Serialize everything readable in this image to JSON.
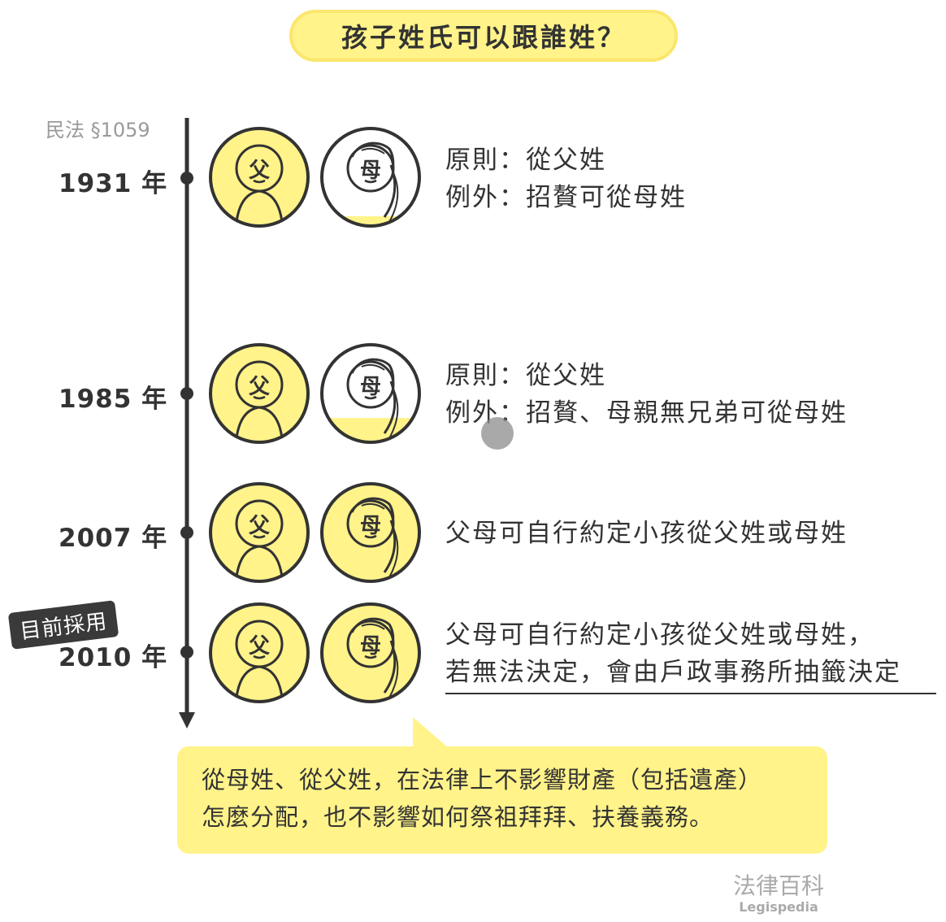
{
  "title": "孩子姓氏可以跟誰姓？",
  "law_reference": "民法 §1059",
  "father_char": "父",
  "mother_char": "母",
  "colors": {
    "yellow": "#fff38a",
    "outline": "#333333",
    "gray": "#9a9a9a"
  },
  "timeline": [
    {
      "year": "1931 年",
      "lines": [
        "原則：從父姓",
        "例外：招贅可從母姓"
      ],
      "mother_fill": 0.1
    },
    {
      "year": "1985 年",
      "lines": [
        "原則：從父姓",
        "例外：招贅、母親無兄弟可從母姓"
      ],
      "mother_fill": 0.25
    },
    {
      "year": "2007 年",
      "lines": [
        "父母可自行約定小孩從父姓或母姓"
      ],
      "mother_fill": 1.0
    },
    {
      "year": "2010 年",
      "lines": [
        "父母可自行約定小孩從父姓或母姓，",
        "若無法決定，會由戶政事務所抽籤決定"
      ],
      "mother_fill": 1.0
    }
  ],
  "current_badge": "目前採用",
  "note": {
    "line1": "從母姓、從父姓，在法律上不影響財產（包括遺產）",
    "line2": "怎麼分配，也不影響如何祭祖拜拜、扶養義務。"
  },
  "brand": {
    "name": "法律百科",
    "sub": "Legispedia"
  }
}
